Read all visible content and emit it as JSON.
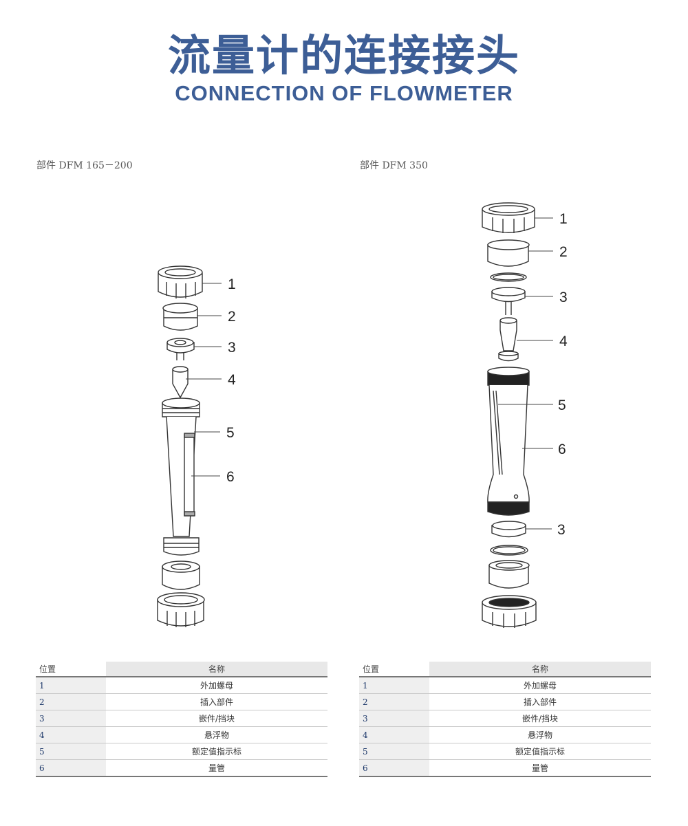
{
  "header": {
    "title_cn": "流量计的连接接头",
    "title_en": "CONNECTION OF FLOWMETER"
  },
  "left": {
    "model_label": "部件 DFM 165－200",
    "callouts": [
      "1",
      "2",
      "3",
      "4",
      "5",
      "6"
    ]
  },
  "right": {
    "model_label": "部件 DFM 350",
    "callouts": [
      "1",
      "2",
      "3",
      "4",
      "5",
      "6",
      "3"
    ]
  },
  "table": {
    "headers": {
      "position": "位置",
      "name": "名称"
    },
    "rows": [
      {
        "pos": "1",
        "name": "外加螺母"
      },
      {
        "pos": "2",
        "name": "插入部件"
      },
      {
        "pos": "3",
        "name": "嵌件/挡块"
      },
      {
        "pos": "4",
        "name": "悬浮物"
      },
      {
        "pos": "5",
        "name": "额定值指示标"
      },
      {
        "pos": "6",
        "name": "量管"
      }
    ]
  },
  "colors": {
    "title": "#3d5e96",
    "row_number": "#1f3a6b",
    "header_bg": "#e8e8e8"
  }
}
